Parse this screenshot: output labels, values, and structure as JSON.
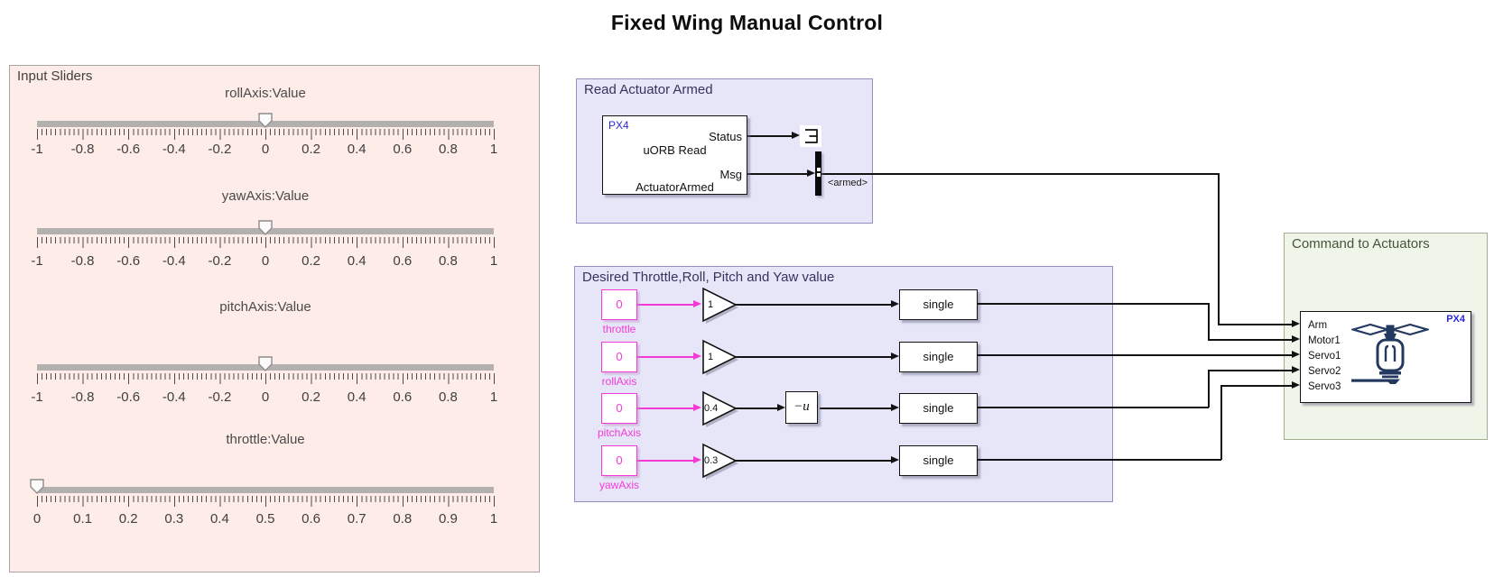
{
  "title": "Fixed Wing Manual Control",
  "colors": {
    "magenta_accent": "#f33ad6",
    "px4_blue": "#2929e0",
    "icon_navy": "#23395f",
    "panel_pink_bg": "#fdece8",
    "area_lavender_bg": "#e6e6f8",
    "area_green_bg": "#eff5e9"
  },
  "input_sliders": {
    "title": "Input Sliders",
    "sliders": [
      {
        "label": "rollAxis:Value",
        "min": -1,
        "max": 1,
        "value": 0,
        "ticks": [
          "-1",
          "-0.8",
          "-0.6",
          "-0.4",
          "-0.2",
          "0",
          "0.2",
          "0.4",
          "0.6",
          "0.8",
          "1"
        ]
      },
      {
        "label": "yawAxis:Value",
        "min": -1,
        "max": 1,
        "value": 0,
        "ticks": [
          "-1",
          "-0.8",
          "-0.6",
          "-0.4",
          "-0.2",
          "0",
          "0.2",
          "0.4",
          "0.6",
          "0.8",
          "1"
        ]
      },
      {
        "label": "pitchAxis:Value",
        "min": -1,
        "max": 1,
        "value": 0,
        "ticks": [
          "-1",
          "-0.8",
          "-0.6",
          "-0.4",
          "-0.2",
          "0",
          "0.2",
          "0.4",
          "0.6",
          "0.8",
          "1"
        ]
      },
      {
        "label": "throttle:Value",
        "min": 0,
        "max": 1,
        "value": 0,
        "ticks": [
          "0",
          "0.1",
          "0.2",
          "0.3",
          "0.4",
          "0.5",
          "0.6",
          "0.7",
          "0.8",
          "0.9",
          "1"
        ]
      }
    ]
  },
  "read_actuator_armed": {
    "title": "Read Actuator Armed",
    "uorb_block": {
      "brand": "PX4",
      "name": "uORB Read",
      "topic": "ActuatorArmed",
      "port_status": "Status",
      "port_msg": "Msg"
    },
    "signal_label": "<armed>"
  },
  "desired_values": {
    "title": "Desired Throttle,Roll, Pitch and Yaw value",
    "rows": [
      {
        "constant": "0",
        "name": "throttle",
        "gain": "1",
        "convert": "single"
      },
      {
        "constant": "0",
        "name": "rollAxis",
        "gain": "1",
        "convert": "single"
      },
      {
        "constant": "0",
        "name": "pitchAxis",
        "gain": "0.4",
        "negate": "−u",
        "convert": "single"
      },
      {
        "constant": "0",
        "name": "yawAxis",
        "gain": "0.3",
        "convert": "single"
      }
    ]
  },
  "command_to_actuators": {
    "title": "Command to Actuators",
    "block": {
      "brand": "PX4",
      "ports": [
        "Arm",
        "Motor1",
        "Servo1",
        "Servo2",
        "Servo3"
      ]
    }
  }
}
